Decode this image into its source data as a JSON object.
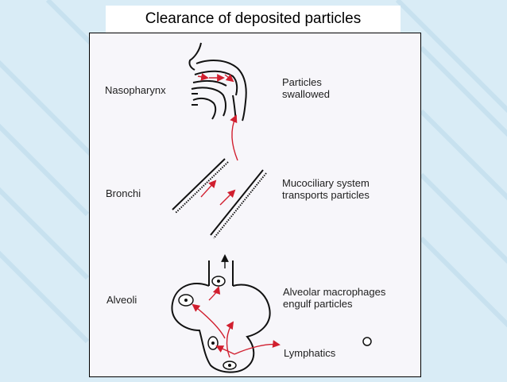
{
  "slide": {
    "title": "Clearance of deposited particles"
  },
  "diagram": {
    "regions": [
      {
        "name": "Nasopharynx",
        "description_line1": "Particles",
        "description_line2": "swallowed"
      },
      {
        "name": "Bronchi",
        "description_line1": "Mucociliary system",
        "description_line2": "transports particles"
      },
      {
        "name": "Alveoli",
        "description_line1": "Alveolar macrophages",
        "description_line2": "engulf particles"
      }
    ],
    "lymphatics_label": "Lymphatics",
    "colors": {
      "arrow": "#d11f2f",
      "outline": "#111111",
      "panel_background": "#f7f6fa",
      "slide_background": "#d9ecf6"
    }
  }
}
